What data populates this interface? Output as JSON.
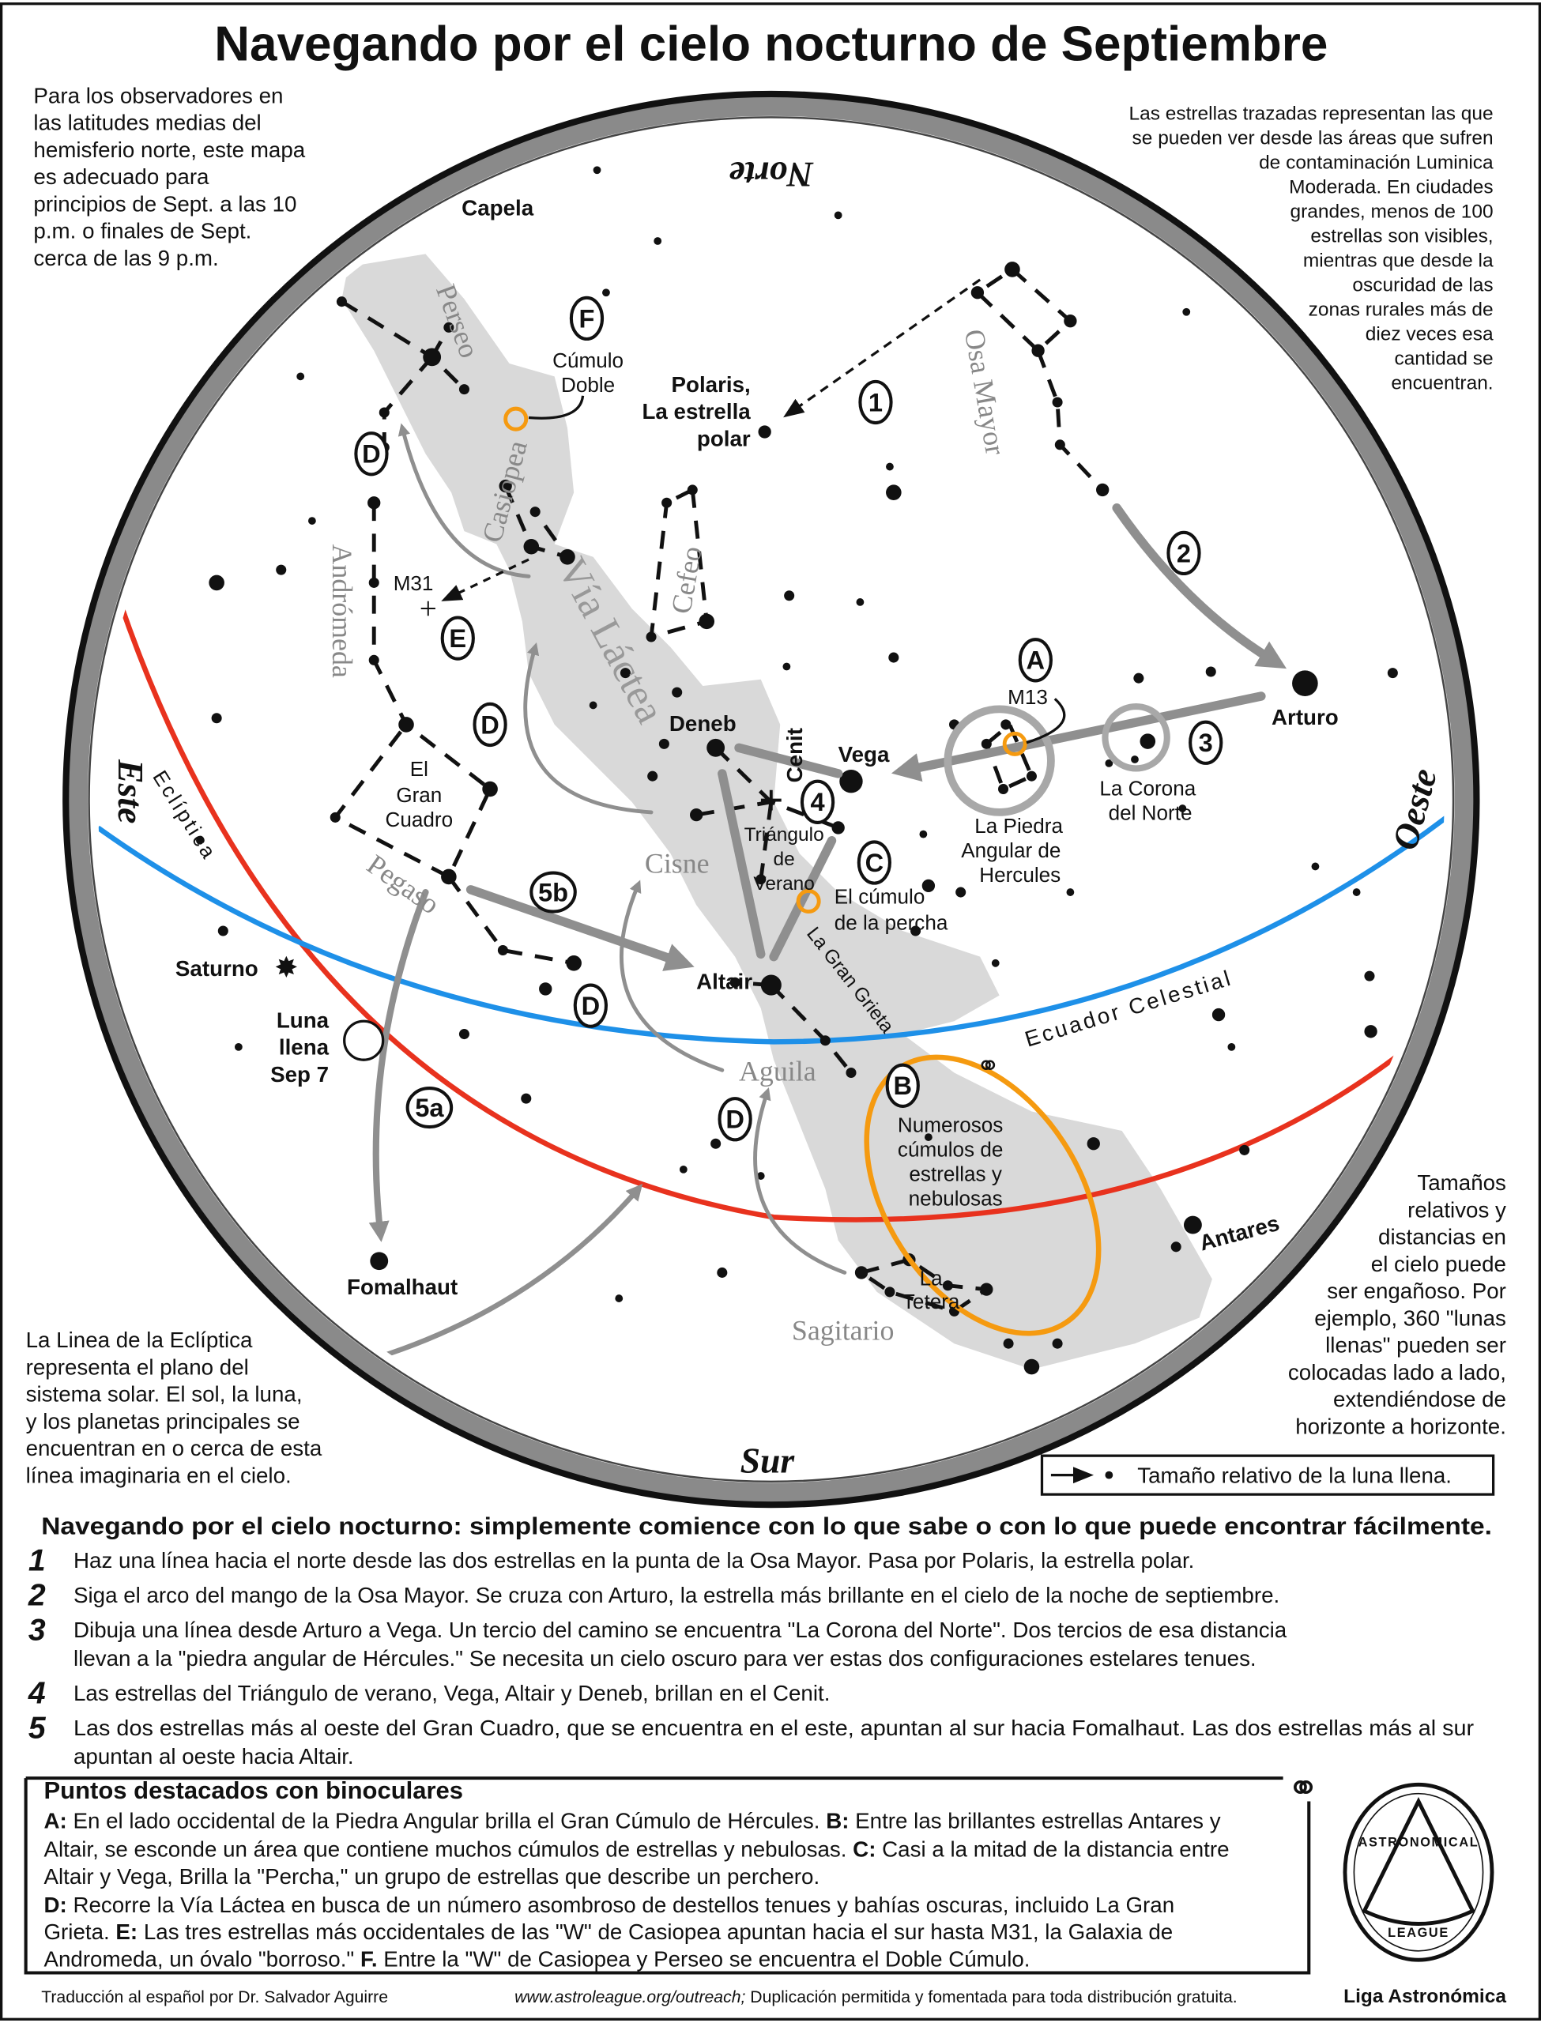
{
  "title": "Navegando por el cielo nocturno de Septiembre",
  "intro_left": [
    "Para los observadores en",
    "las latitudes medias del",
    "hemisferio norte, este mapa",
    "es adecuado para",
    "principios de Sept. a las 10",
    "p.m. o finales de Sept.",
    "cerca de las 9 p.m."
  ],
  "intro_right": [
    "Las estrellas trazadas representan las que",
    "se pueden ver desde las áreas que sufren",
    "de contaminación Luminica",
    "Moderada. En ciudades",
    "grandes, menos de 100",
    "estrellas son visibles,",
    "mientras que desde la",
    "oscuridad de las",
    "zonas rurales más de",
    "diez veces esa",
    "cantidad se",
    "encuentran."
  ],
  "compass": {
    "north": "Norte",
    "south": "Sur",
    "east": "Este",
    "west": "Oeste"
  },
  "labels": {
    "capela": "Capela",
    "perseo": "Perseo",
    "casiopea": "Casiopea",
    "cumulo_doble": [
      "Cúmulo",
      "Doble"
    ],
    "polaris": [
      "Polaris,",
      "La estrella",
      "polar"
    ],
    "osa_mayor": "Osa Mayor",
    "cefeo": "Cefeo",
    "andromeda": "Andrómeda",
    "m31": "M31",
    "via_lactea": "Vía Láctea",
    "deneb": "Deneb",
    "cenit": "Cenit",
    "vega": "Vega",
    "arturo": "Arturo",
    "m13": "M13",
    "corona": [
      "La Corona",
      "del Norte"
    ],
    "piedra": [
      "La Piedra",
      "Angular de",
      "Hercules"
    ],
    "gran_cuadro": [
      "El",
      "Gran",
      "Cuadro"
    ],
    "pegaso": "Pegaso",
    "cisne": "Cisne",
    "triangulo": [
      "Triángulo",
      "de",
      "Verano"
    ],
    "percha": [
      "El cúmulo",
      "de la percha"
    ],
    "altair": "Altair",
    "gran_grieta": "La Gran Grieta",
    "ecuador": "Ecuador Celestial",
    "ecliptica": "Eclíptica",
    "saturno": "Saturno",
    "luna": [
      "Luna",
      "llena",
      "Sep 7"
    ],
    "aguila": "Aguila",
    "numerosos": [
      "Numerosos",
      "cúmulos de",
      "estrellas y",
      "nebulosas"
    ],
    "antares": "Antares",
    "tetera": [
      "La",
      "Tetera"
    ],
    "sagitario": "Sagitario",
    "fomalhaut": "Fomalhaut"
  },
  "markers": {
    "m1": "1",
    "m2": "2",
    "m3": "3",
    "m4": "4",
    "m5a": "5a",
    "m5b": "5b",
    "A": "A",
    "B": "B",
    "C": "C",
    "D": "D",
    "E": "E",
    "F": "F"
  },
  "bottom_left": [
    "La Linea de la Eclíptica",
    "representa el plano del",
    "sistema solar. El sol, la luna,",
    "y los planetas principales se",
    "encuentran en o cerca de esta",
    "línea imaginaria en el cielo."
  ],
  "bottom_right": [
    "Tamaños",
    "relativos y",
    "distancias en",
    "el cielo puede",
    "ser engañoso. Por",
    "ejemplo, 360 \"lunas",
    "llenas\" pueden ser",
    "colocadas lado a lado,",
    "extendiéndose de",
    "horizonte a horizonte."
  ],
  "legend": "Tamaño relativo de la luna llena.",
  "steps_header": "Navegando por el cielo nocturno: simplemente comience con lo que sabe o con lo que puede encontrar fácilmente.",
  "steps": [
    {
      "num": "1",
      "lines": [
        "Haz una línea hacia el norte desde las dos estrellas en la punta de la Osa Mayor. Pasa por Polaris, la estrella polar."
      ]
    },
    {
      "num": "2",
      "lines": [
        "Siga el arco del mango de la Osa Mayor. Se cruza con Arturo, la estrella más brillante en el cielo de la noche de septiembre."
      ]
    },
    {
      "num": "3",
      "lines": [
        "Dibuja una línea desde Arturo a Vega. Un tercio del camino se encuentra \"La Corona del Norte\". Dos tercios de esa distancia",
        "llevan a la \"piedra angular de Hércules.\" Se necesita un cielo oscuro para ver estas dos configuraciones estelares tenues."
      ]
    },
    {
      "num": "4",
      "lines": [
        "Las estrellas del Triángulo de verano, Vega, Altair y Deneb, brillan en el Cenit."
      ]
    },
    {
      "num": "5",
      "lines": [
        "Las dos estrellas más al oeste del Gran Cuadro, que se encuentra en el este, apuntan al sur hacia Fomalhaut. Las dos estrellas más al sur",
        "apuntan al oeste hacia Altair."
      ]
    }
  ],
  "binoculars": {
    "title": "Puntos destacados con binoculares",
    "lines": [
      [
        {
          "b": "A:"
        },
        {
          "t": " En el lado occidental de la Piedra Angular brilla el Gran Cúmulo de Hércules. "
        },
        {
          "b": "B:"
        },
        {
          "t": " Entre las brillantes estrellas Antares y"
        }
      ],
      [
        {
          "t": "Altair, se esconde un área que contiene muchos cúmulos de estrellas y nebulosas. "
        },
        {
          "b": "C:"
        },
        {
          "t": " Casi a la mitad de la distancia entre"
        }
      ],
      [
        {
          "t": "Altair y Vega, Brilla la \"Percha,\" un grupo de estrellas que describe un perchero."
        }
      ],
      [
        {
          "b": "D:"
        },
        {
          "t": " Recorre la Vía Láctea en busca de un número asombroso de destellos tenues y bahías oscuras, incluido La Gran"
        }
      ],
      [
        {
          "t": "Grieta. "
        },
        {
          "b": "E:"
        },
        {
          "t": " Las tres estrellas más occidentales de las \"W\" de Casiopea apuntan hacia el sur hasta M31, la Galaxia de"
        }
      ],
      [
        {
          "t": "Andromeda, un óvalo \"borroso.\" "
        },
        {
          "b": "F."
        },
        {
          "t": " Entre la \"W\" de Casiopea y Perseo se encuentra el Doble Cúmulo."
        }
      ]
    ]
  },
  "logo": {
    "top": "ASTRONOMICAL",
    "bottom": "LEAGUE"
  },
  "footer": {
    "translator": "Traducción al español por Dr. Salvador Aguirre",
    "url": "www.astroleague.org/outreach;",
    "copy": " Duplicación permitida y fomentada para toda distribución gratuita.",
    "org": "Liga Astronómica"
  },
  "colors": {
    "ecliptic": "#e8321e",
    "equator": "#1e90e8",
    "highlight": "#f59a10",
    "milky_way": "#d9d9d9",
    "arrow": "#8f8f8f"
  }
}
